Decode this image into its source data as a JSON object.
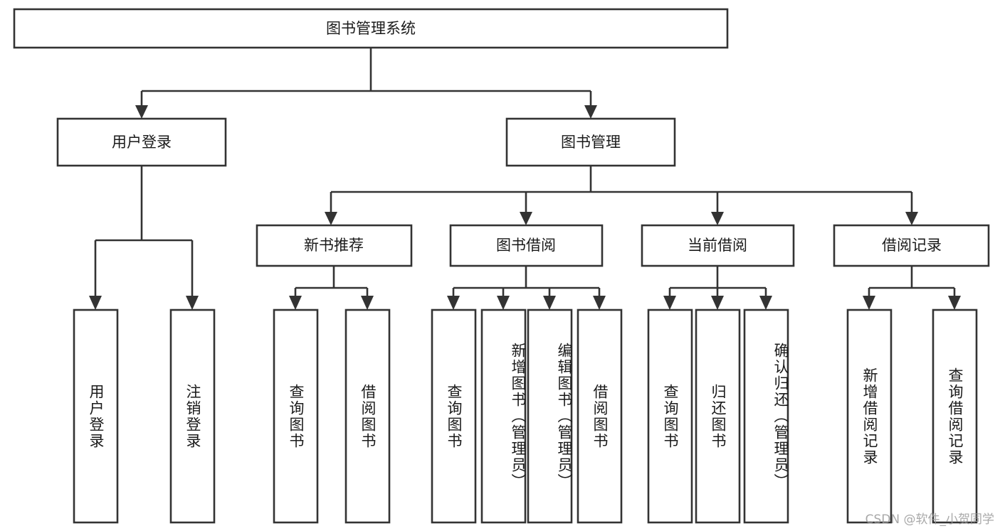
{
  "diagram": {
    "title": "图书管理系统",
    "type": "tree-hierarchy-chart",
    "orientation": "top-down",
    "colors": {
      "box_stroke": "#333333",
      "box_fill": "#ffffff",
      "connector": "#333333",
      "text": "#1a1a1a",
      "watermark": "#9a9a9a",
      "background": "#ffffff"
    }
  },
  "root": {
    "label": "图书管理系统"
  },
  "level2": [
    {
      "id": "user-login",
      "label": "用户登录"
    },
    {
      "id": "book-manage",
      "label": "图书管理"
    }
  ],
  "level3": [
    {
      "id": "new-book-recommend",
      "label": "新书推荐"
    },
    {
      "id": "book-borrow",
      "label": "图书借阅"
    },
    {
      "id": "current-borrow",
      "label": "当前借阅"
    },
    {
      "id": "borrow-record",
      "label": "借阅记录"
    }
  ],
  "leaves": {
    "user_login": [
      {
        "id": "leaf-user-login",
        "label": "用户登录"
      },
      {
        "id": "leaf-logout-login",
        "label": "注销登录"
      }
    ],
    "new_book_recommend": [
      {
        "id": "leaf-query-book-1",
        "label": "查询图书"
      },
      {
        "id": "leaf-borrow-book-1",
        "label": "借阅图书"
      }
    ],
    "book_borrow": [
      {
        "id": "leaf-query-book-2",
        "label": "查询图书"
      },
      {
        "id": "leaf-add-book-admin",
        "label": "新增图书（管理员）"
      },
      {
        "id": "leaf-edit-book-admin",
        "label": "编辑图书（管理员）"
      },
      {
        "id": "leaf-borrow-book-2",
        "label": "借阅图书"
      }
    ],
    "current_borrow": [
      {
        "id": "leaf-query-book-3",
        "label": "查询图书"
      },
      {
        "id": "leaf-return-book",
        "label": "归还图书"
      },
      {
        "id": "leaf-confirm-return-admin",
        "label": "确认归还（管理员）"
      }
    ],
    "borrow_record": [
      {
        "id": "leaf-add-borrow-record",
        "label": "新增借阅记录"
      },
      {
        "id": "leaf-query-borrow-record",
        "label": "查询借阅记录"
      }
    ]
  },
  "watermark": {
    "text": "CSDN @软件_小贺同学"
  }
}
